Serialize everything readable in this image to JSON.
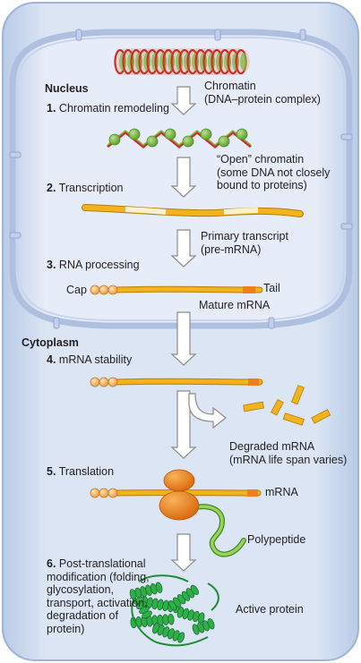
{
  "compartments": {
    "nucleus": "Nucleus",
    "cytoplasm": "Cytoplasm"
  },
  "steps": [
    {
      "num": "1.",
      "text": "Chromatin remodeling"
    },
    {
      "num": "2.",
      "text": "Transcription"
    },
    {
      "num": "3.",
      "text": "RNA processing"
    },
    {
      "num": "4.",
      "text": "mRNA stability"
    },
    {
      "num": "5.",
      "text": "Translation"
    },
    {
      "num": "6.",
      "lines": [
        "Post-translational",
        "modification (folding,",
        "glycosylation,",
        "transport, activation,",
        "degradation of",
        "protein)"
      ]
    }
  ],
  "labels": {
    "chromatin": [
      "Chromatin",
      "(DNA–protein complex)"
    ],
    "open_chromatin": [
      "“Open” chromatin",
      "(some DNA not closely",
      "bound to proteins)"
    ],
    "primary_transcript": [
      "Primary transcript",
      "(pre-mRNA)"
    ],
    "cap": "Cap",
    "tail": "Tail",
    "mature_mrna": "Mature mRNA",
    "degraded_mrna": [
      "Degraded mRNA",
      "(mRNA life span varies)"
    ],
    "mrna": "mRNA",
    "polypeptide": "Polypeptide",
    "active_protein": "Active protein"
  },
  "colors": {
    "cell_fill": "#d9e4f3",
    "cell_edge": "#a9bddc",
    "nucleus_fill": "#e3eaf6",
    "nuclear_envelope": "#b7c6e3",
    "mrna_yellow": "#f2b31c",
    "mrna_light": "#fbe6a8",
    "tail_orange": "#ef7f1a",
    "cap_bead": "#f4b05a",
    "dna_green": "#7dbb45",
    "dna_red": "#d8322b",
    "ribosome": "#f08a1c",
    "polypeptide": "#86c447",
    "protein_green": "#2fae4a",
    "arrow_fill": "#ffffff",
    "arrow_edge": "#8c8c8c"
  }
}
